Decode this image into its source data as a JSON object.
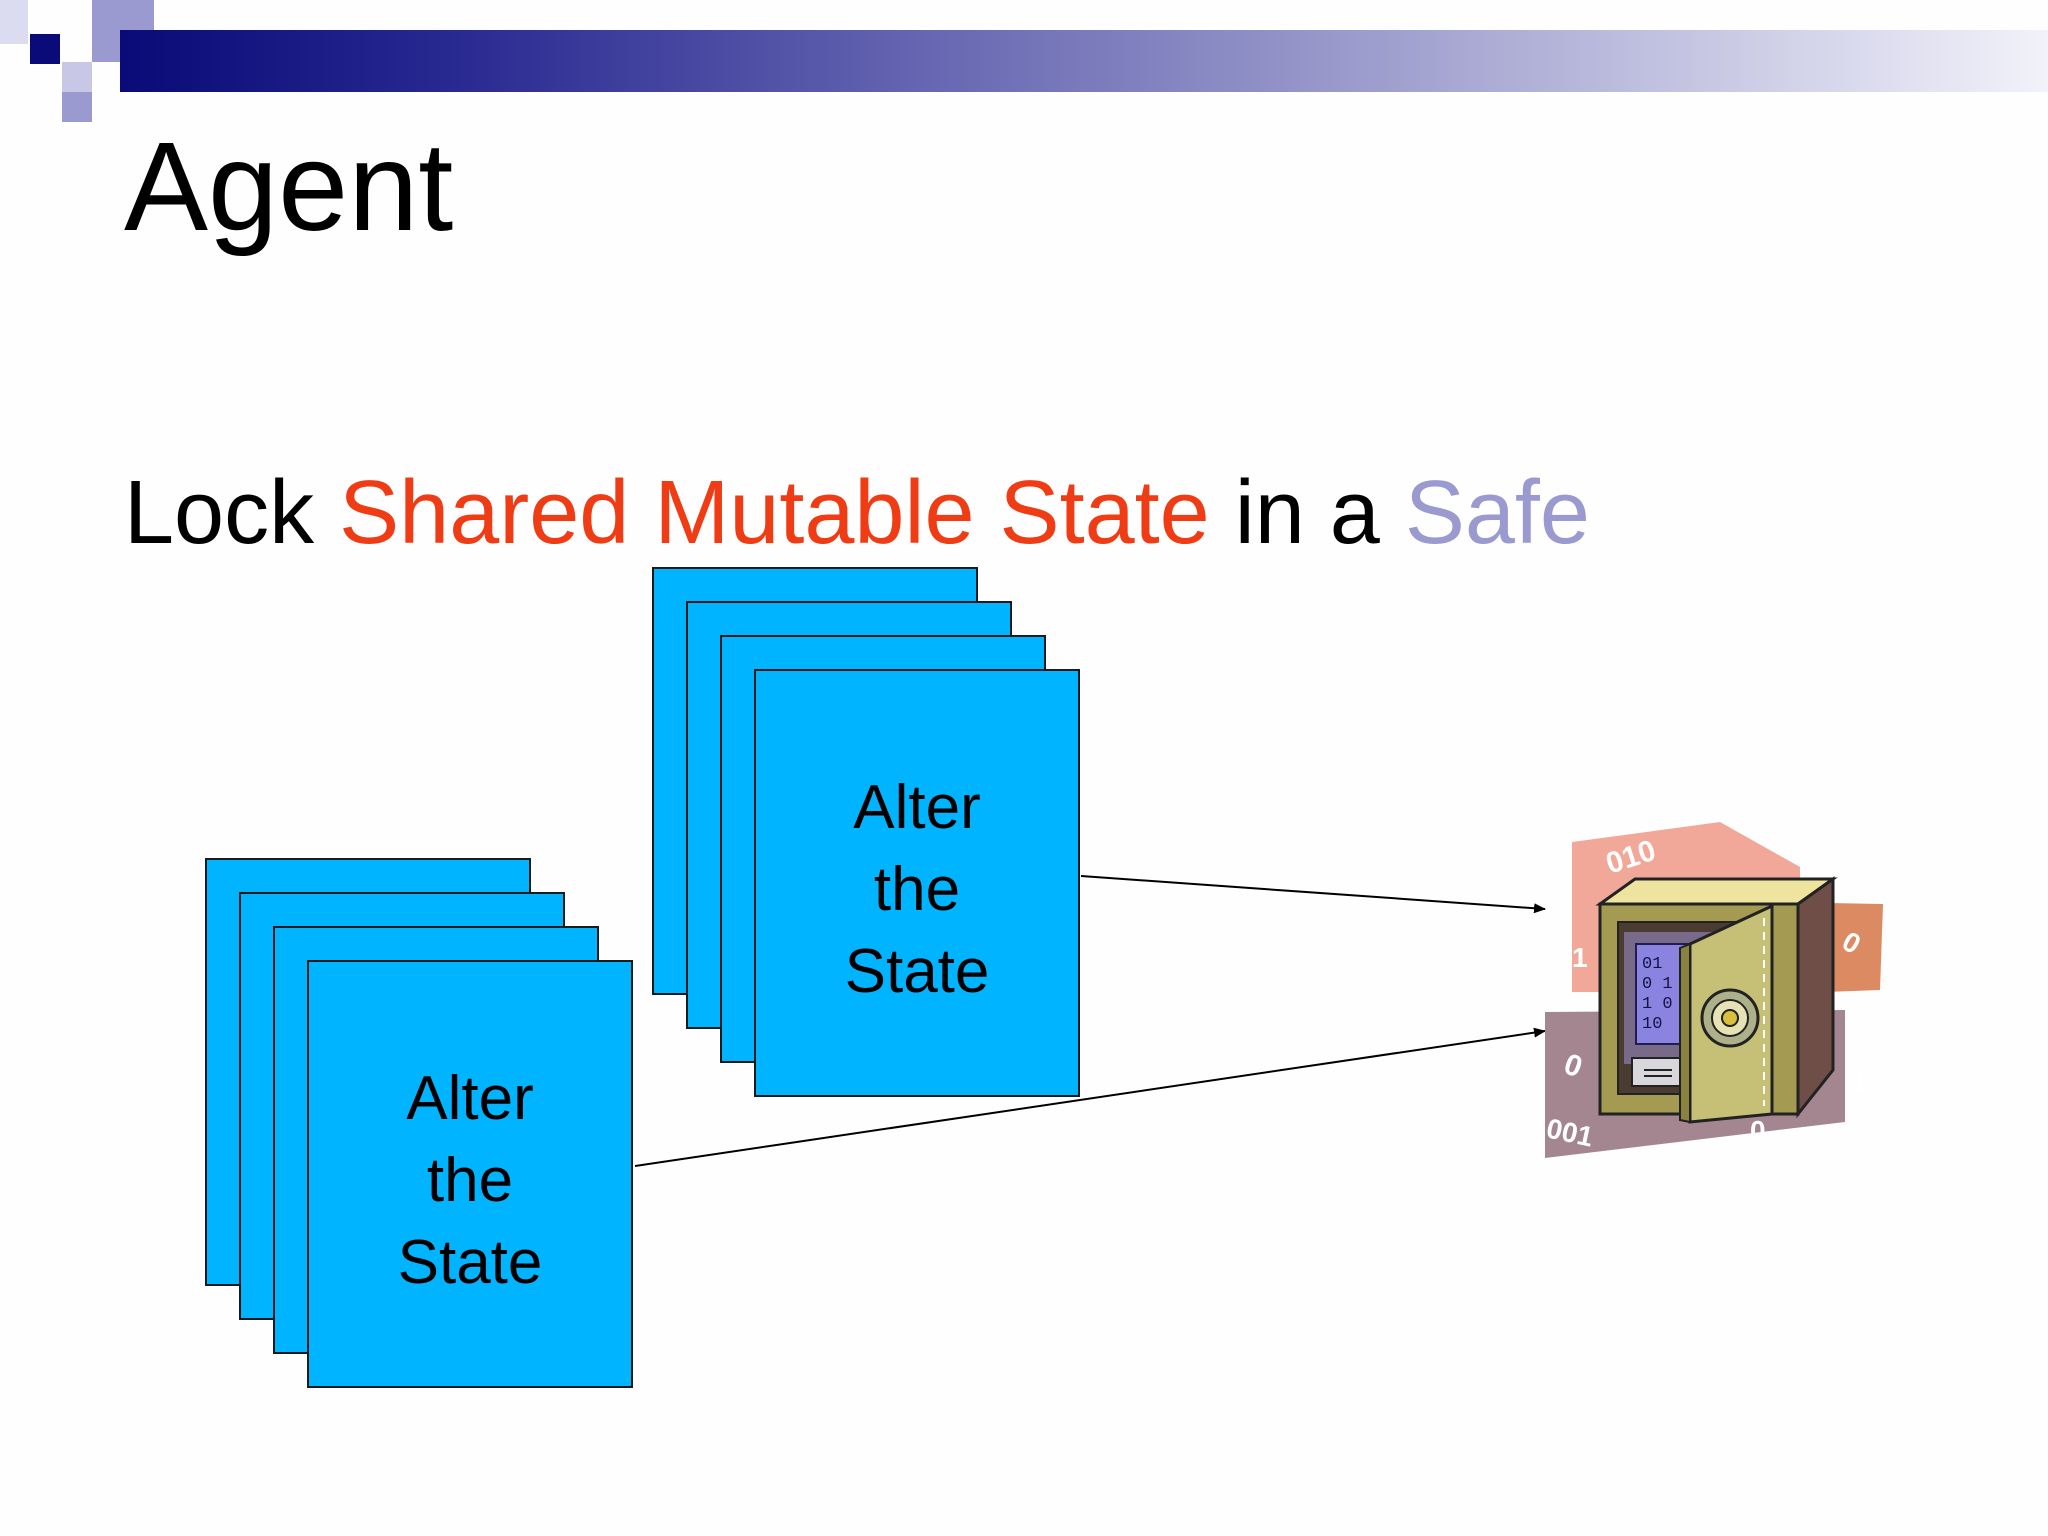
{
  "slide": {
    "title": "Agent",
    "subtitle": {
      "part1": "Lock ",
      "highlight": "Shared Mutable State",
      "part2": " in a ",
      "safe_word": "Safe"
    },
    "colors": {
      "highlight": "#f03c14",
      "safe_word": "#9a9ad0",
      "card_fill": "#00b4ff",
      "header_dark": "#0a0a78"
    }
  },
  "stack_top": {
    "card_lines": [
      "Alter",
      "the",
      "State"
    ]
  },
  "stack_bottom": {
    "card_lines": [
      "Alter",
      "the",
      "State"
    ]
  },
  "safe": {
    "icon": "safe-icon",
    "binary_digits": [
      "010",
      "0",
      "1",
      "0",
      "001",
      "0",
      "1"
    ],
    "screen_digits": [
      "01",
      "0 1",
      "1 0",
      "10"
    ]
  }
}
